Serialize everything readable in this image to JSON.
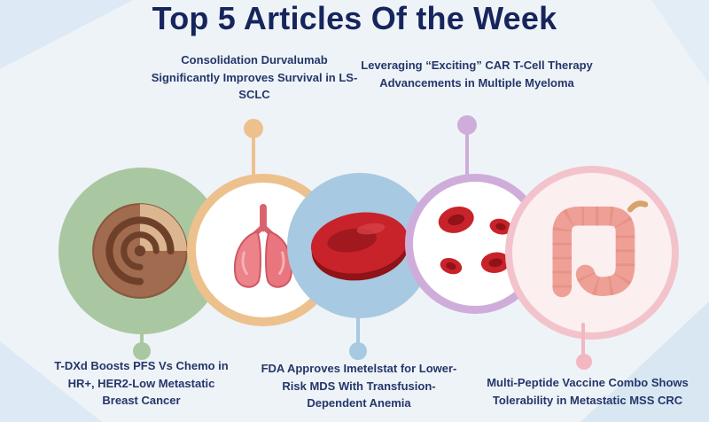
{
  "page": {
    "title": "Top 5 Articles Of the Week",
    "background_color": "#eef3f7",
    "title_color": "#17255c",
    "text_color": "#25366b",
    "corner_shape_color": "#dce9f4"
  },
  "articles": [
    {
      "label": "T-DXd Boosts PFS Vs Chemo in HR+, HER2-Low Metastatic Breast Cancer",
      "icon": "breast-cancer-icon",
      "accent": "#a9c8a1",
      "circle_style": "filled",
      "text_position": "below"
    },
    {
      "label": "Consolidation Durvalumab Significantly Improves Survival in LS-SCLC",
      "icon": "lungs-icon",
      "accent": "#edc18d",
      "circle_style": "ring",
      "text_position": "above"
    },
    {
      "label": "FDA Approves Imetelstat for Lower-Risk MDS With Transfusion-Dependent Anemia",
      "icon": "red-blood-cell-icon",
      "accent": "#a7c9e1",
      "circle_style": "filled",
      "text_position": "below"
    },
    {
      "label": "Leveraging “Exciting” CAR T-Cell Therapy Advancements in Multiple Myeloma",
      "icon": "blood-cells-icon",
      "accent": "#cfadda",
      "circle_style": "ring",
      "text_position": "above"
    },
    {
      "label": "Multi-Peptide Vaccine Combo Shows Tolerability in Metastatic MSS CRC",
      "icon": "colon-icon",
      "accent": "#f2b7c1",
      "circle_style": "filled-light",
      "text_position": "below"
    }
  ]
}
